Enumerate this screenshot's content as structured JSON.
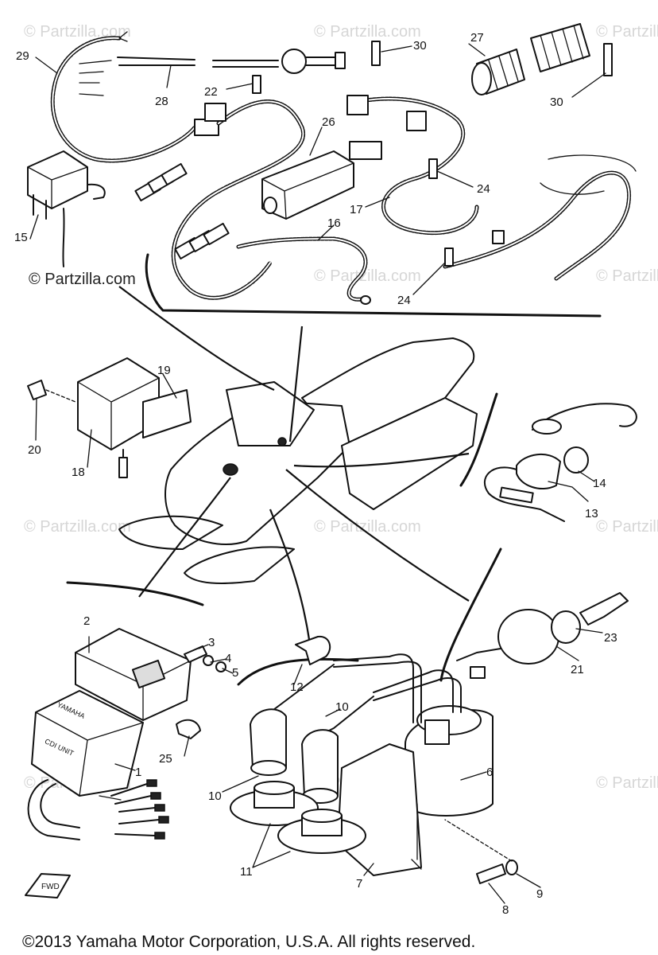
{
  "watermark": "© Partzilla.com",
  "copyright": "©2013 Yamaha Motor Corporation, U.S.A. All rights reserved.",
  "fwd_label": "FWD",
  "cdi_labels": {
    "brand": "YAMAHA",
    "model": "CDI UNIT"
  },
  "part_numbers": [
    "1",
    "2",
    "3",
    "4",
    "5",
    "6",
    "7",
    "8",
    "9",
    "10",
    "10",
    "11",
    "11",
    "12",
    "13",
    "14",
    "15",
    "16",
    "17",
    "18",
    "19",
    "20",
    "21",
    "22",
    "23",
    "24",
    "24",
    "25",
    "26",
    "27",
    "28",
    "29",
    "30",
    "30"
  ]
}
